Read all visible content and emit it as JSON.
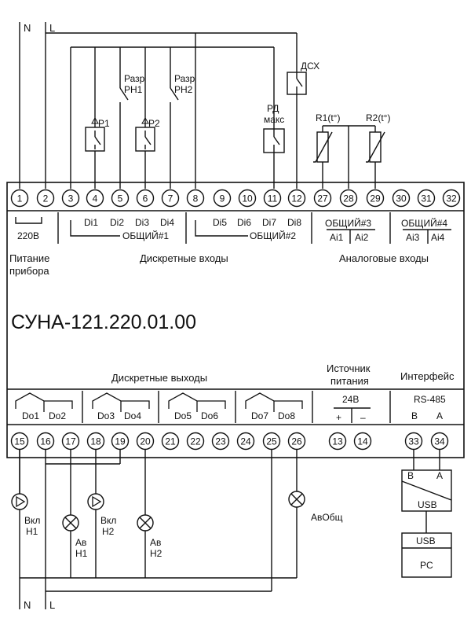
{
  "supply": {
    "n_label": "N",
    "l_label": "L"
  },
  "top_terminals": [
    "1",
    "2",
    "3",
    "4",
    "5",
    "6",
    "7",
    "8",
    "9",
    "10",
    "11",
    "12",
    "27",
    "28",
    "29",
    "30",
    "31",
    "32"
  ],
  "bottom_terminals": [
    "15",
    "16",
    "17",
    "18",
    "19",
    "20",
    "21",
    "22",
    "23",
    "24",
    "25",
    "26",
    "13",
    "14",
    "33",
    "34"
  ],
  "sensors": {
    "p1": "P1",
    "p2": "P2",
    "rn1_a": "Разр",
    "rn1_b": "PH1",
    "rn2_a": "Разр",
    "rn2_b": "PH2",
    "rd_a": "РД",
    "rd_b": "макс",
    "dsh": "ДСХ",
    "r1": "R1(t°)",
    "r2": "R2(t°)"
  },
  "top_labels": {
    "v220": "220В",
    "di": [
      "Di1",
      "Di2",
      "Di3",
      "Di4",
      "Di5",
      "Di6",
      "Di7",
      "Di8"
    ],
    "common1": "ОБЩИЙ#1",
    "common2": "ОБЩИЙ#2",
    "common3": "ОБЩИЙ#3",
    "common4": "ОБЩИЙ#4",
    "ai": [
      "Ai1",
      "Ai2",
      "Ai3",
      "Ai4"
    ]
  },
  "sections": {
    "power_a": "Питание",
    "power_b": "прибора",
    "discrete_inputs": "Дискретные входы",
    "analog_inputs": "Аналоговые входы",
    "device_name": "СУНА-121.220.01.00",
    "discrete_outputs": "Дискретные выходы",
    "source_a": "Источник",
    "source_b": "питания",
    "interface": "Интерфейс"
  },
  "bottom_labels": {
    "do": [
      "Do1",
      "Do2",
      "Do3",
      "Do4",
      "Do5",
      "Do6",
      "Do7",
      "Do8"
    ],
    "v24": "24В",
    "plus": "+",
    "minus": "–",
    "rs485": "RS-485",
    "b": "B",
    "a": "A"
  },
  "loads": {
    "vkl_h1_a": "Вкл",
    "vkl_h1_b": "H1",
    "av_h1_a": "Ав",
    "av_h1_b": "H1",
    "vkl_h2_a": "Вкл",
    "vkl_h2_b": "H2",
    "av_h2_a": "Ав",
    "av_h2_b": "H2",
    "av_common": "АвОбщ"
  },
  "converter": {
    "b": "B",
    "a": "A",
    "usb": "USB"
  },
  "pc": {
    "usb": "USB",
    "label": "PC"
  }
}
